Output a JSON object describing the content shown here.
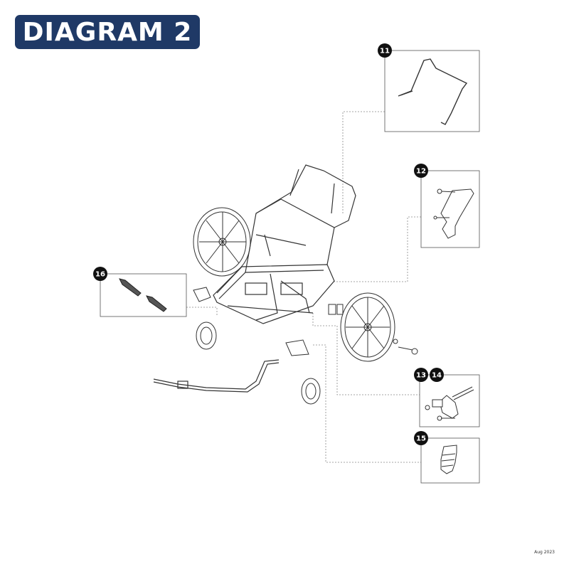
{
  "header": {
    "title": "DIAGRAM 2"
  },
  "callouts": [
    {
      "id": "11",
      "label": "11"
    },
    {
      "id": "12",
      "label": "12"
    },
    {
      "id": "13",
      "label": "13"
    },
    {
      "id": "14",
      "label": "14"
    },
    {
      "id": "15",
      "label": "15"
    },
    {
      "id": "16",
      "label": "16"
    }
  ],
  "footer": {
    "date": "Aug 2023"
  },
  "colors": {
    "badge": "#1f3966",
    "line": "#222222",
    "leader": "#888888"
  }
}
